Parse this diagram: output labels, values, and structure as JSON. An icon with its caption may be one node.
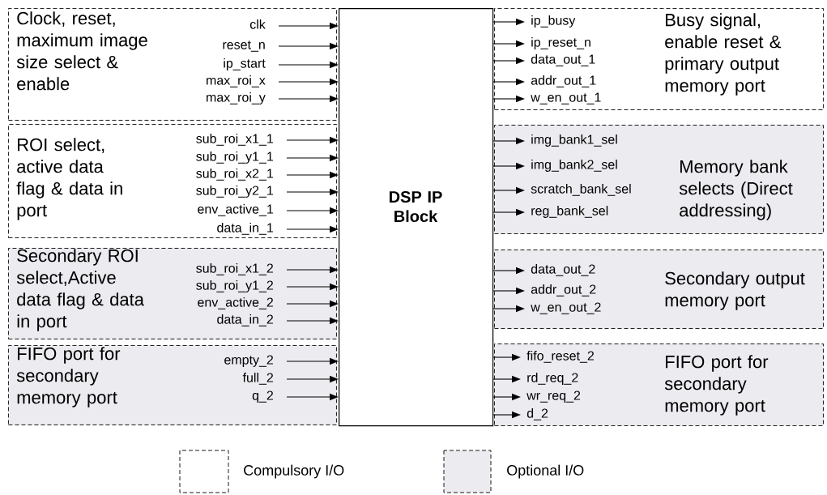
{
  "diagram": {
    "nodes": [
      {
        "text": [
          "DSP IP Block"
        ]
      },
      {
        "text": [
          "Clock, reset, maximum image size select & enable"
        ]
      },
      {
        "text": [
          "clk"
        ],
        "in": 1
      },
      {
        "text": [
          "reset_n"
        ],
        "in": 1
      },
      {
        "text": [
          "ip_start"
        ],
        "in": 1
      },
      {
        "text": [
          "max_roi_x"
        ],
        "in": 1
      },
      {
        "text": [
          "max_roi_y"
        ],
        "in": 1
      },
      {
        "text": [
          "ROI select, active data flag & data in port"
        ]
      },
      {
        "text": [
          "sub_roi_x1_1"
        ],
        "in": 7
      },
      {
        "text": [
          "sub_roi_y1_1"
        ],
        "in": 7
      },
      {
        "text": [
          "sub_roi_x2_1"
        ],
        "in": 7
      },
      {
        "text": [
          "sub_roi_y2_1"
        ],
        "in": 7
      },
      {
        "text": [
          "env_active_1"
        ],
        "in": 7
      },
      {
        "text": [
          "data_in_1"
        ],
        "in": 7
      },
      {
        "text": [
          "Secondary ROI select,Active data flag & data in port"
        ]
      },
      {
        "text": [
          "sub_roi_x1_2"
        ],
        "in": 14
      },
      {
        "text": [
          "sub_roi_y1_2"
        ],
        "in": 14
      },
      {
        "text": [
          "env_active_2"
        ],
        "in": 14
      },
      {
        "text": [
          "data_in_2"
        ],
        "in": 14
      },
      {
        "text": [
          "FIFO port for secondary memory port"
        ]
      },
      {
        "text": [
          "empty_2"
        ],
        "in": 19
      },
      {
        "text": [
          "full_2"
        ],
        "in": 19
      },
      {
        "text": [
          "q_2"
        ],
        "in": 19
      },
      {
        "text": [
          "Busy signal, enable reset & primary output memory port"
        ]
      },
      {
        "text": [
          "ip_busy"
        ],
        "in": 23
      },
      {
        "text": [
          "ip_reset_n"
        ],
        "in": 23
      },
      {
        "text": [
          "data_out_1"
        ],
        "in": 23
      },
      {
        "text": [
          "addr_out_1"
        ],
        "in": 23
      },
      {
        "text": [
          "w_en_out_1"
        ],
        "in": 23
      },
      {
        "text": [
          "Memory bank selects (Direct addressing)"
        ]
      },
      {
        "text": [
          "img_bank1_sel"
        ],
        "in": 29
      },
      {
        "text": [
          "img_bank2_sel"
        ],
        "in": 29
      },
      {
        "text": [
          "scratch_bank_sel"
        ],
        "in": 29
      },
      {
        "text": [
          "reg_bank_sel"
        ],
        "in": 29
      },
      {
        "text": [
          "Secondary output memory port"
        ]
      },
      {
        "text": [
          "data_out_2"
        ],
        "in": 34
      },
      {
        "text": [
          "addr_out_2"
        ],
        "in": 34
      },
      {
        "text": [
          "w_en_out_2"
        ],
        "in": 34
      },
      {
        "text": [
          "FIFO port for secondary memory port"
        ]
      },
      {
        "text": [
          "fifo_reset_2"
        ],
        "in": 38
      },
      {
        "text": [
          "rd_req_2"
        ],
        "in": 38
      },
      {
        "text": [
          "wr_req_2"
        ],
        "in": 38
      },
      {
        "text": [
          "d_2"
        ],
        "in": 38
      }
    ],
    "edges": [
      {
        "from": 2,
        "to": 0,
        "arrow": "to"
      },
      {
        "from": 3,
        "to": 0,
        "arrow": "to"
      },
      {
        "from": 4,
        "to": 0,
        "arrow": "to"
      },
      {
        "from": 5,
        "to": 0,
        "arrow": "to"
      },
      {
        "from": 6,
        "to": 0,
        "arrow": "to"
      },
      {
        "from": 8,
        "to": 0,
        "arrow": "to"
      },
      {
        "from": 9,
        "to": 0,
        "arrow": "to"
      },
      {
        "from": 10,
        "to": 0,
        "arrow": "to"
      },
      {
        "from": 11,
        "to": 0,
        "arrow": "to"
      },
      {
        "from": 12,
        "to": 0,
        "arrow": "to"
      },
      {
        "from": 13,
        "to": 0,
        "arrow": "to"
      },
      {
        "from": 15,
        "to": 0,
        "arrow": "to"
      },
      {
        "from": 16,
        "to": 0,
        "arrow": "to"
      },
      {
        "from": 17,
        "to": 0,
        "arrow": "to"
      },
      {
        "from": 18,
        "to": 0,
        "arrow": "to"
      },
      {
        "from": 20,
        "to": 0,
        "arrow": "to"
      },
      {
        "from": 21,
        "to": 0,
        "arrow": "to"
      },
      {
        "from": 22,
        "to": 0,
        "arrow": "to"
      },
      {
        "from": 0,
        "to": 24,
        "arrow": "to"
      },
      {
        "from": 0,
        "to": 25,
        "arrow": "to"
      },
      {
        "from": 0,
        "to": 26,
        "arrow": "to"
      },
      {
        "from": 0,
        "to": 27,
        "arrow": "to"
      },
      {
        "from": 0,
        "to": 28,
        "arrow": "to"
      },
      {
        "from": 0,
        "to": 30,
        "arrow": "to"
      },
      {
        "from": 0,
        "to": 31,
        "arrow": "to"
      },
      {
        "from": 0,
        "to": 32,
        "arrow": "to"
      },
      {
        "from": 0,
        "to": 33,
        "arrow": "to"
      },
      {
        "from": 0,
        "to": 35,
        "arrow": "to"
      },
      {
        "from": 0,
        "to": 36,
        "arrow": "to"
      },
      {
        "from": 0,
        "to": 37,
        "arrow": "to"
      },
      {
        "from": 0,
        "to": 39,
        "arrow": "to"
      },
      {
        "from": 0,
        "to": 40,
        "arrow": "to"
      },
      {
        "from": 0,
        "to": 41,
        "arrow": "to"
      },
      {
        "from": 0,
        "to": 42,
        "arrow": "to"
      }
    ],
    "legend": [
      {
        "text": "Compulsory I/O"
      },
      {
        "text": "Optional I/O",
        "color": "#ebebf0"
      }
    ]
  }
}
